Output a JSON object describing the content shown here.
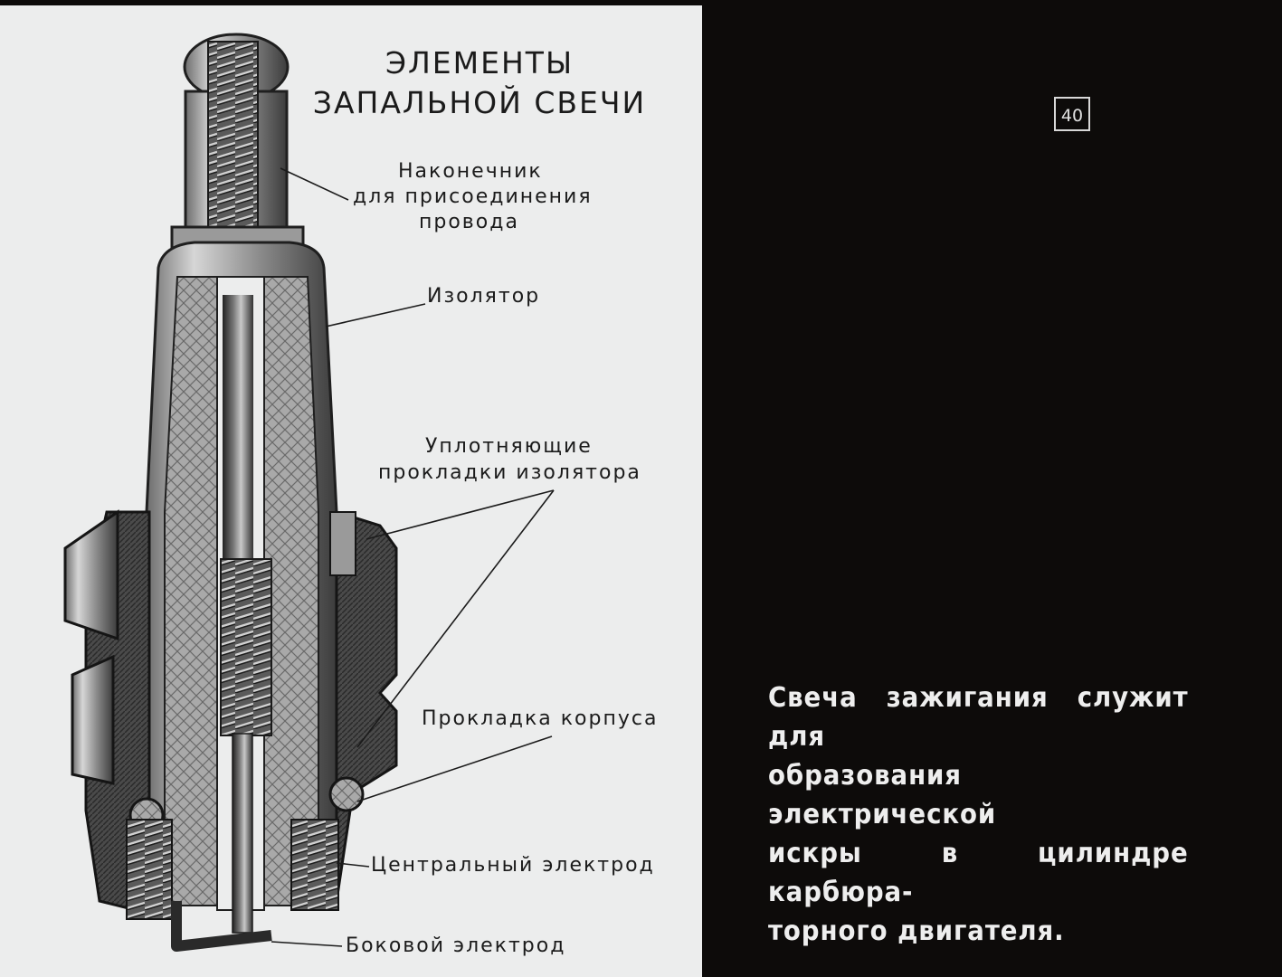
{
  "title": {
    "line1": "ЭЛЕМЕНТЫ",
    "line2": "ЗАПАЛЬНОЙ СВЕЧИ"
  },
  "labels": {
    "tip": [
      "Наконечник",
      "для присоединения",
      "провода"
    ],
    "insulator": "Изолятор",
    "seals": [
      "Уплотняющие",
      "прокладки изолятора"
    ],
    "body_gasket": "Прокладка корпуса",
    "central_electrode": "Центральный электрод",
    "side_electrode": "Боковой электрод"
  },
  "page_number": "40",
  "caption": [
    "Свеча зажигания служит для",
    "образования электрической",
    "искры в цилиндре карбюра-",
    "торного двигателя."
  ]
}
